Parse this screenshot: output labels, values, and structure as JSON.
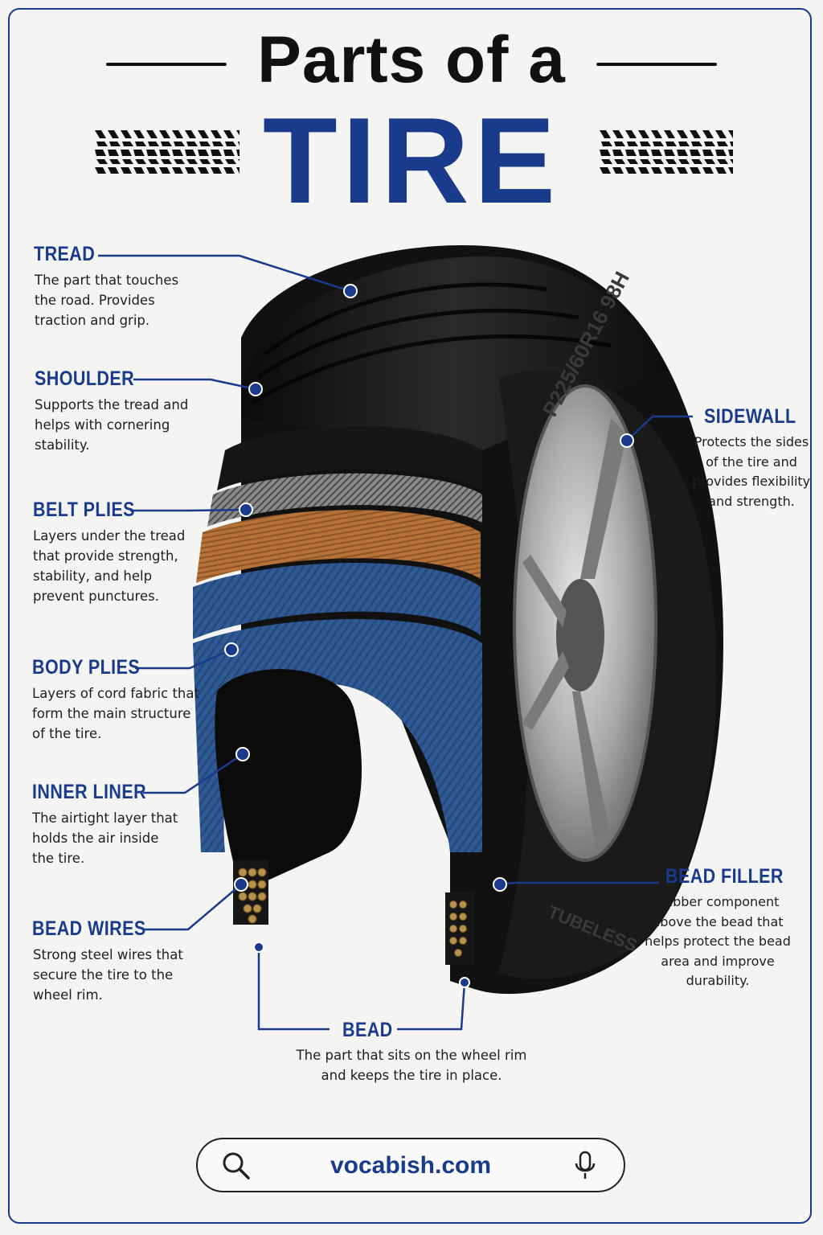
{
  "title": {
    "line1": "Parts of a",
    "line2": "TIRE"
  },
  "tire_markings": {
    "size": "P225/60R16 98H",
    "type": "TUBELESS"
  },
  "parts": {
    "tread": {
      "label": "TREAD",
      "lines": [
        "The part that touches",
        "the road. Provides",
        "traction and grip."
      ]
    },
    "shoulder": {
      "label": "SHOULDER",
      "lines": [
        "Supports the tread and",
        "helps with cornering",
        "stability."
      ]
    },
    "belt_plies": {
      "label": "BELT PLIES",
      "lines": [
        "Layers under the tread",
        "that provide strength,",
        "stability, and help",
        "prevent punctures."
      ]
    },
    "body_plies": {
      "label": "BODY PLIES",
      "lines": [
        "Layers of cord fabric that",
        "form the main structure",
        "of the tire."
      ]
    },
    "inner_liner": {
      "label": "INNER LINER",
      "lines": [
        "The airtight layer that",
        "holds the air inside",
        "the tire."
      ]
    },
    "bead_wires": {
      "label": "BEAD WIRES",
      "lines": [
        "Strong steel wires that",
        "secure the tire to the",
        "wheel rim."
      ]
    },
    "sidewall": {
      "label": "SIDEWALL",
      "lines": [
        "Protects the sides",
        "of the tire and",
        "provides flexibility",
        "and strength."
      ]
    },
    "bead_filler": {
      "label": "BEAD FILLER",
      "lines": [
        "Rubber component",
        "above the bead that",
        "helps protect the bead",
        "area and improve",
        "durability."
      ]
    },
    "bead": {
      "label": "BEAD",
      "lines": [
        "The part that sits on the wheel rim",
        "and keeps the tire in place."
      ]
    }
  },
  "search_bar": {
    "text": "vocabish.com",
    "left_icon": "search-icon",
    "right_icon": "microphone-icon"
  },
  "colors": {
    "accent": "#1a3a8c",
    "text": "#1e1e1e",
    "tire": "#151515",
    "belt_copper": "#b5733a",
    "ply_blue": "#2f5a94"
  }
}
